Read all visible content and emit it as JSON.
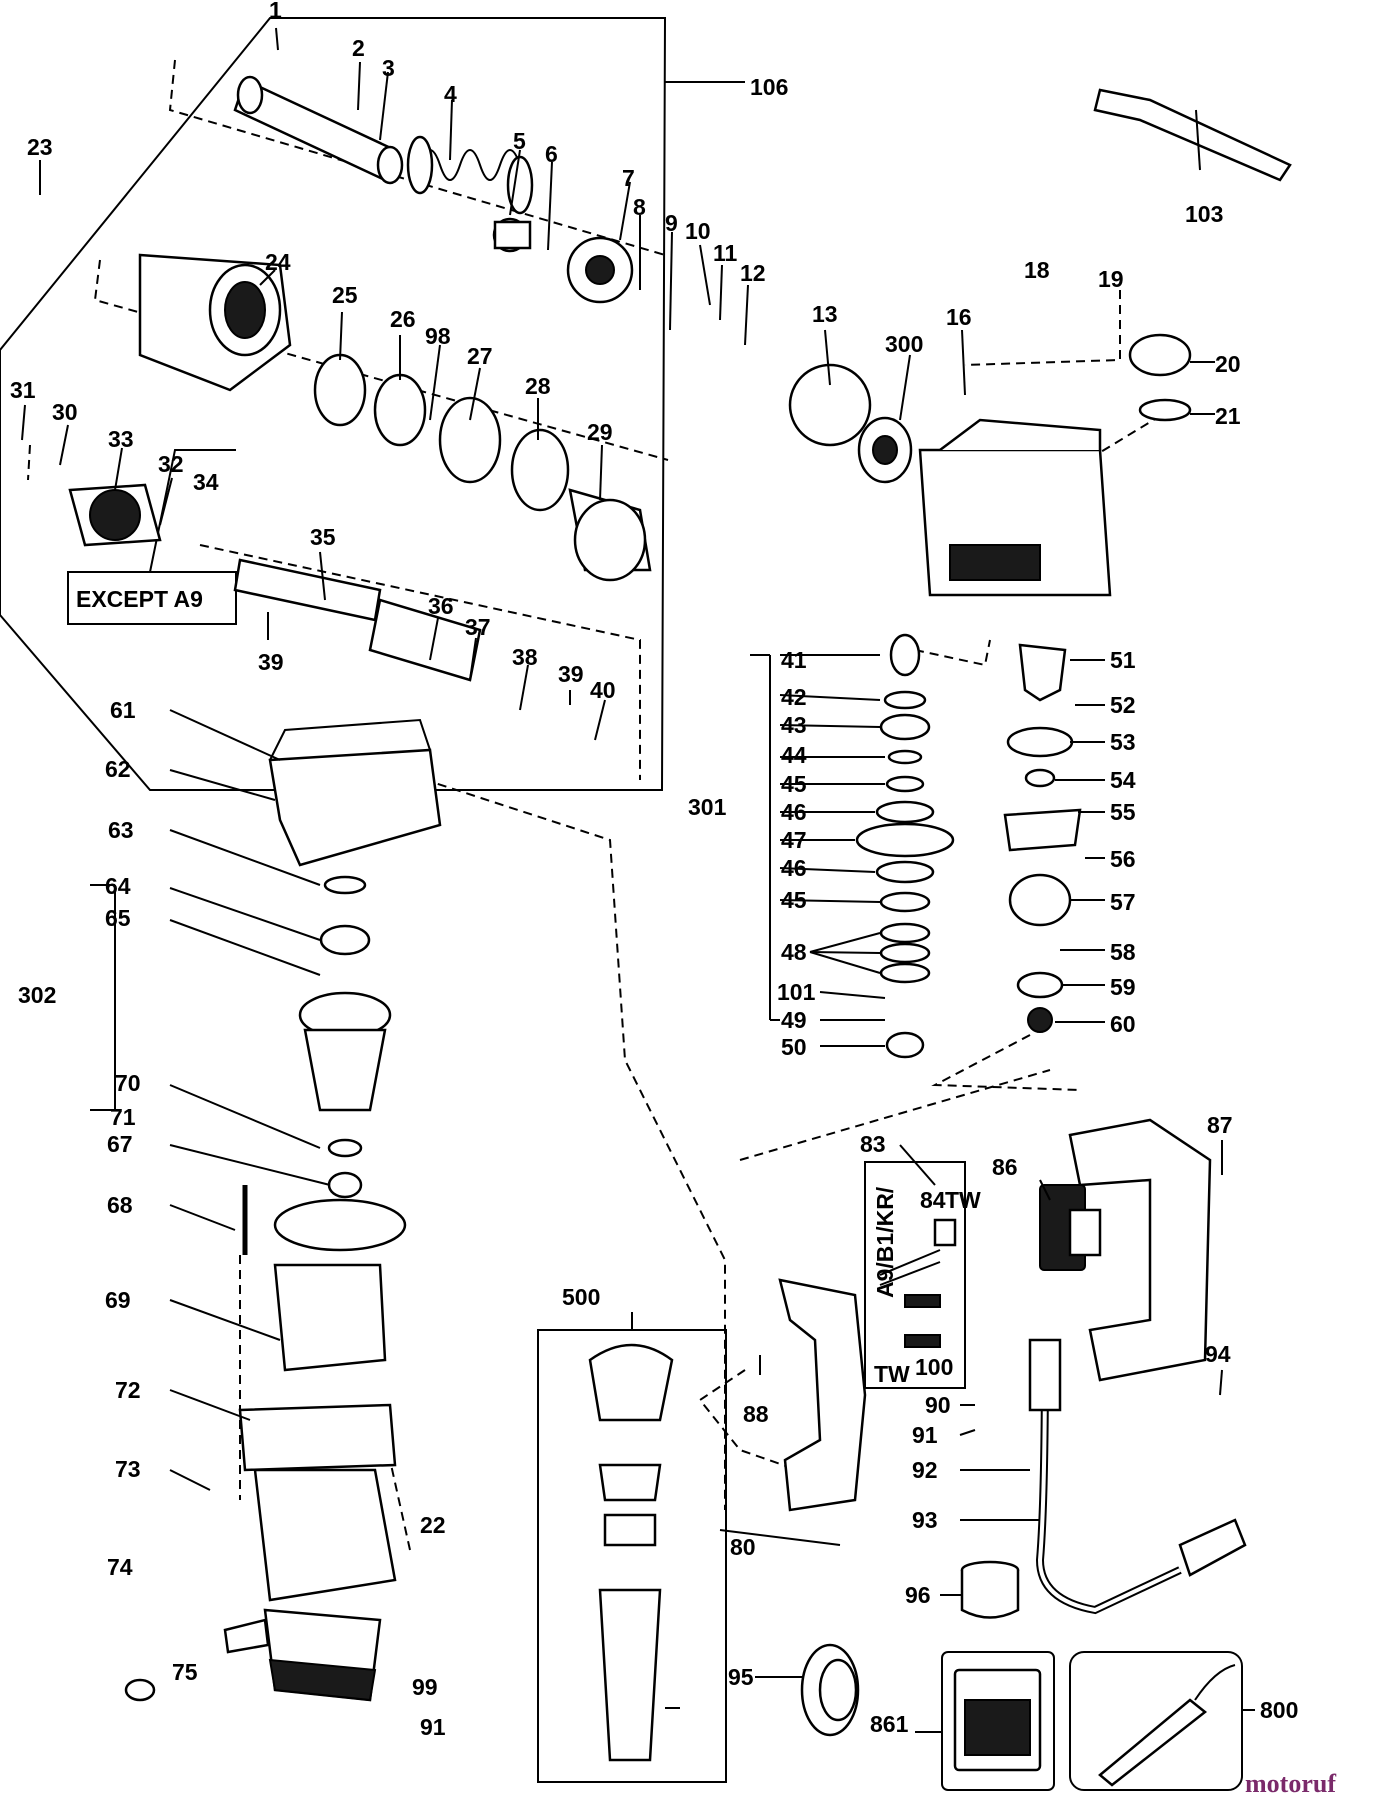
{
  "diagram": {
    "callouts": {
      "p1": "1",
      "p2": "2",
      "p3": "3",
      "p4": "4",
      "p5": "5",
      "p6": "6",
      "p7": "7",
      "p8": "8",
      "p9": "9",
      "p10": "10",
      "p11": "11",
      "p12": "12",
      "p13": "13",
      "p16": "16",
      "p18": "18",
      "p19": "19",
      "p20": "20",
      "p21": "21",
      "p22": "22",
      "p23": "23",
      "p24": "24",
      "p25": "25",
      "p26": "26",
      "p27": "27",
      "p28": "28",
      "p29": "29",
      "p30": "30",
      "p31": "31",
      "p32": "32",
      "p33": "33",
      "p34": "34",
      "p35": "35",
      "p36": "36",
      "p37": "37",
      "p38": "38",
      "p39a": "39",
      "p39b": "39",
      "p40": "40",
      "p41": "41",
      "p42": "42",
      "p43": "43",
      "p44": "44",
      "p45a": "45",
      "p45b": "45",
      "p46a": "46",
      "p46b": "46",
      "p47": "47",
      "p48": "48",
      "p49": "49",
      "p50": "50",
      "p51": "51",
      "p52": "52",
      "p53": "53",
      "p54": "54",
      "p55": "55",
      "p56": "56",
      "p57": "57",
      "p58": "58",
      "p59": "59",
      "p60": "60",
      "p61": "61",
      "p62": "62",
      "p63": "63",
      "p64": "64",
      "p65": "65",
      "p67": "67",
      "p68": "68",
      "p69": "69",
      "p70": "70",
      "p71": "71",
      "p72": "72",
      "p73": "73",
      "p74": "74",
      "p75": "75",
      "p80": "80",
      "p83": "83",
      "p84": "84",
      "p86": "86",
      "p87": "87",
      "p88": "88",
      "p90": "90",
      "p91a": "91",
      "p91b": "91",
      "p92": "92",
      "p93": "93",
      "p94": "94",
      "p95": "95",
      "p96": "96",
      "p98": "98",
      "p99": "99",
      "p100": "100",
      "p101": "101",
      "p103": "103",
      "p106": "106",
      "p300": "300",
      "p301": "301",
      "p302": "302",
      "p500": "500",
      "p800": "800",
      "p861": "861"
    },
    "notes": {
      "except": "EXCEPT A9",
      "variants": "A9/B1/KR/",
      "tw_top": "TW",
      "tw_bottom": "TW"
    },
    "watermark": "motoruf"
  }
}
